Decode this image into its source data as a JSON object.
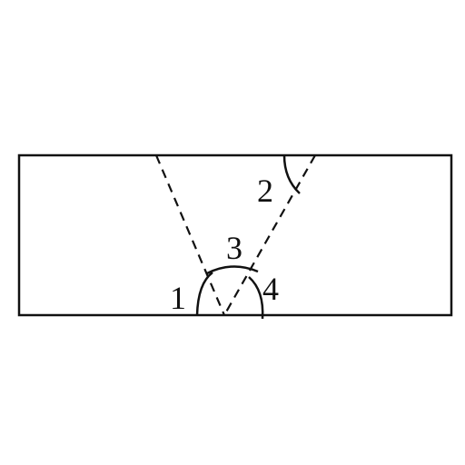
{
  "diagram": {
    "labels": {
      "angle1": "1",
      "angle2": "2",
      "angle3": "3",
      "angle4": "4"
    },
    "colors": {
      "stroke": "#111111",
      "background": "#ffffff"
    }
  }
}
